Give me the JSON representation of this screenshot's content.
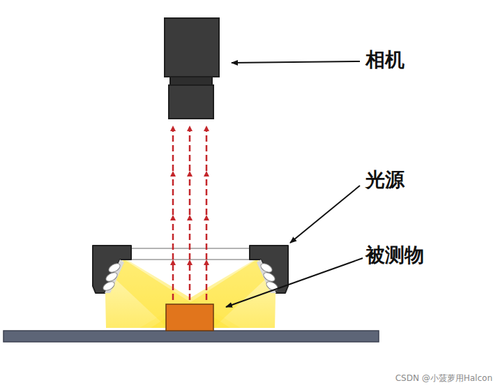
{
  "diagram": {
    "labels": [
      "相机",
      "光源",
      "被测物",
      "CSDN @小菠萝用Halcon"
    ]
  }
}
